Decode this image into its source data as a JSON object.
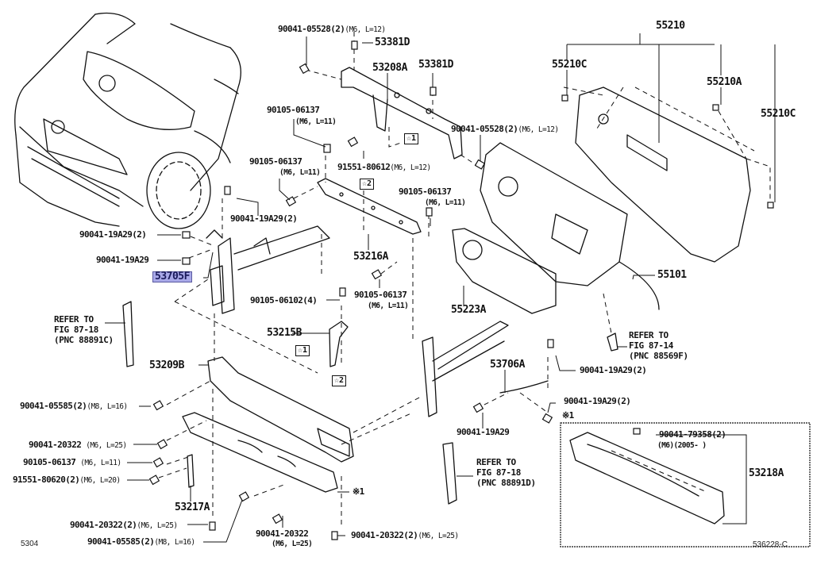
{
  "diagram": {
    "page_code": "5304",
    "figure_id": "536228-C",
    "highlighted_part": "53705F",
    "labels": {
      "bolt_05528_top": {
        "part": "90041-05528(2)",
        "spec": "(M6, L=12)"
      },
      "p53381D_top": {
        "part": "53381D"
      },
      "p53208A": {
        "part": "53208A"
      },
      "p53381D_right": {
        "part": "53381D"
      },
      "bolt_06137_a": {
        "part": "90105-06137",
        "spec": "(M6, L=11)"
      },
      "bolt_05528_right": {
        "part": "90041-05528(2)",
        "spec": "(M6, L=12)"
      },
      "bolt_06137_b": {
        "part": "90105-06137",
        "spec": "(M6, L=11)"
      },
      "bolt_80612": {
        "part": "91551-80612",
        "spec": "(M6, L=12)"
      },
      "bolt_19A29_2_a": {
        "part": "90041-19A29(2)"
      },
      "bolt_06137_c": {
        "part": "90105-06137",
        "spec": "(M6, L=11)"
      },
      "bolt_19A29_2_b": {
        "part": "90041-19A29(2)"
      },
      "bolt_19A29_a": {
        "part": "90041-19A29"
      },
      "p53705F": {
        "part": "53705F"
      },
      "p53216A": {
        "part": "53216A"
      },
      "bolt_06137_d": {
        "part": "90105-06137",
        "spec": "(M6, L=11)"
      },
      "bolt_06102": {
        "part": "90105-06102(4)"
      },
      "p55210": {
        "part": "55210"
      },
      "p55210C_left": {
        "part": "55210C"
      },
      "p55210A": {
        "part": "55210A"
      },
      "p55210C_right": {
        "part": "55210C"
      },
      "p55101": {
        "part": "55101"
      },
      "p55223A": {
        "part": "55223A"
      },
      "p53215B": {
        "part": "53215B"
      },
      "p53209B": {
        "part": "53209B"
      },
      "p53706A": {
        "part": "53706A"
      },
      "bolt_19A29_2_c": {
        "part": "90041-19A29(2)"
      },
      "bolt_19A29_2_d": {
        "part": "90041-19A29(2)"
      },
      "bolt_19A29_b": {
        "part": "90041-19A29"
      },
      "bolt_05585_a": {
        "part": "90041-05585(2)",
        "spec": "(M8, L=16)"
      },
      "bolt_20322_a": {
        "part": "90041-20322",
        "spec": "(M6, L=25)"
      },
      "bolt_06137_e": {
        "part": "90105-06137",
        "spec": "(M6, L=11)"
      },
      "bolt_80620": {
        "part": "91551-80620(2)",
        "spec": "(M6, L=20)"
      },
      "p53217A": {
        "part": "53217A"
      },
      "bolt_20322_2_a": {
        "part": "90041-20322(2)",
        "spec": "(M6, L=25)"
      },
      "bolt_05585_b": {
        "part": "90041-05585(2)",
        "spec": "(M8, L=16)"
      },
      "bolt_20322_b": {
        "part": "90041-20322",
        "spec": "(M6, L=25)"
      },
      "bolt_20322_2_b": {
        "part": "90041-20322(2)",
        "spec": "(M6, L=25)"
      },
      "bolt_79358": {
        "part": "90041-79358(2)",
        "spec": "(M6)(2005-       )"
      },
      "p53218A": {
        "part": "53218A"
      }
    },
    "references": [
      {
        "text": "REFER TO\nFIG 87-18\n(PNC 88891C)"
      },
      {
        "text": "REFER TO\nFIG 87-14\n(PNC 88569F)"
      },
      {
        "text": "REFER TO\nFIG 87-18\n(PNC 88891D)"
      }
    ],
    "markers": {
      "star1": "☆1",
      "star2": "☆2",
      "note1": "※1"
    }
  }
}
